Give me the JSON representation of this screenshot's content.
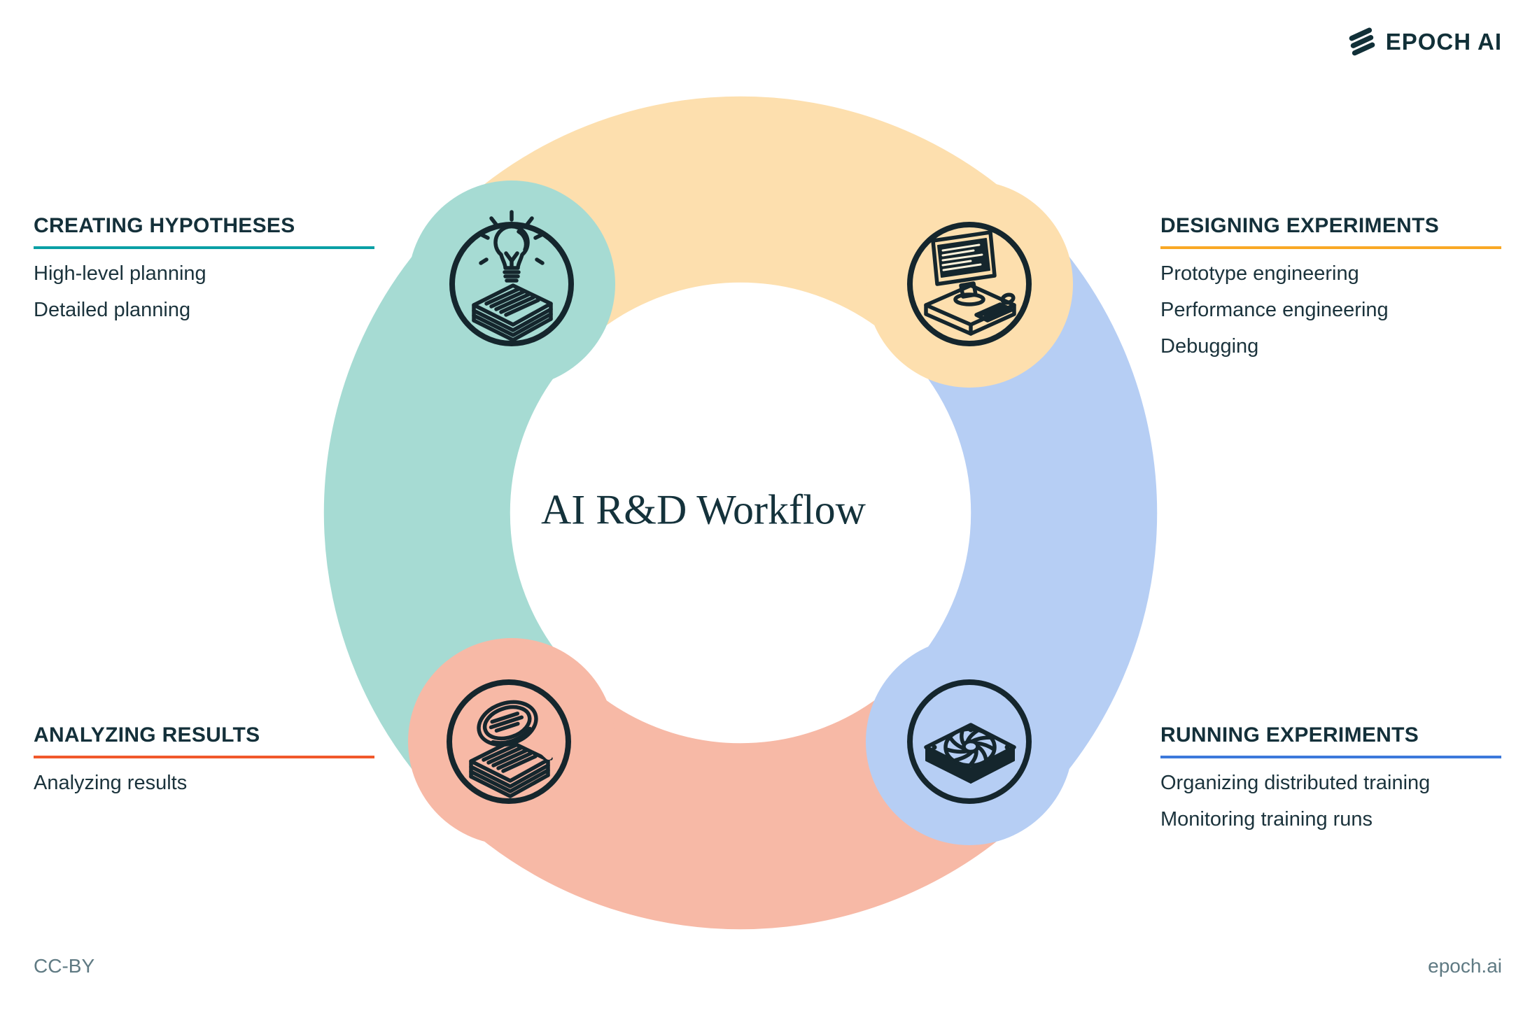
{
  "brand": {
    "logo_text": "EPOCH AI",
    "footer_left": "CC-BY",
    "footer_right": "epoch.ai"
  },
  "center_title": "AI R&D Workflow",
  "colors": {
    "ink": "#15262D",
    "heading_text": "#14303A",
    "body_text": "#1B333C",
    "muted_text": "#5F7A83",
    "segment_creating": "#A6DBD3",
    "segment_designing": "#FDDFAE",
    "segment_running": "#B6CEF4",
    "segment_analyzing": "#F7B9A6",
    "accent_creating": "#0AA0A5",
    "accent_designing": "#F9A825",
    "accent_running": "#3C79DB",
    "accent_analyzing": "#F1582B"
  },
  "sections": [
    {
      "id": "creating-hypotheses",
      "title": "CREATING HYPOTHESES",
      "accent": "#0AA0A5",
      "segment_color": "#A6DBD3",
      "position": "top-left",
      "icon": "lightbulb-papers",
      "items": [
        "High-level planning",
        "Detailed planning"
      ]
    },
    {
      "id": "designing-experiments",
      "title": "DESIGNING EXPERIMENTS",
      "accent": "#F9A825",
      "segment_color": "#FDDFAE",
      "position": "top-right",
      "icon": "code-workstation",
      "items": [
        "Prototype engineering",
        "Performance engineering",
        "Debugging"
      ]
    },
    {
      "id": "running-experiments",
      "title": "RUNNING EXPERIMENTS",
      "accent": "#3C79DB",
      "segment_color": "#B6CEF4",
      "position": "bottom-right",
      "icon": "gpu-fan",
      "items": [
        "Organizing distributed training",
        "Monitoring training runs"
      ]
    },
    {
      "id": "analyzing-results",
      "title": "ANALYZING RESULTS",
      "accent": "#F1582B",
      "segment_color": "#F7B9A6",
      "position": "bottom-left",
      "icon": "magnifier-papers",
      "items": [
        "Analyzing results"
      ]
    }
  ]
}
